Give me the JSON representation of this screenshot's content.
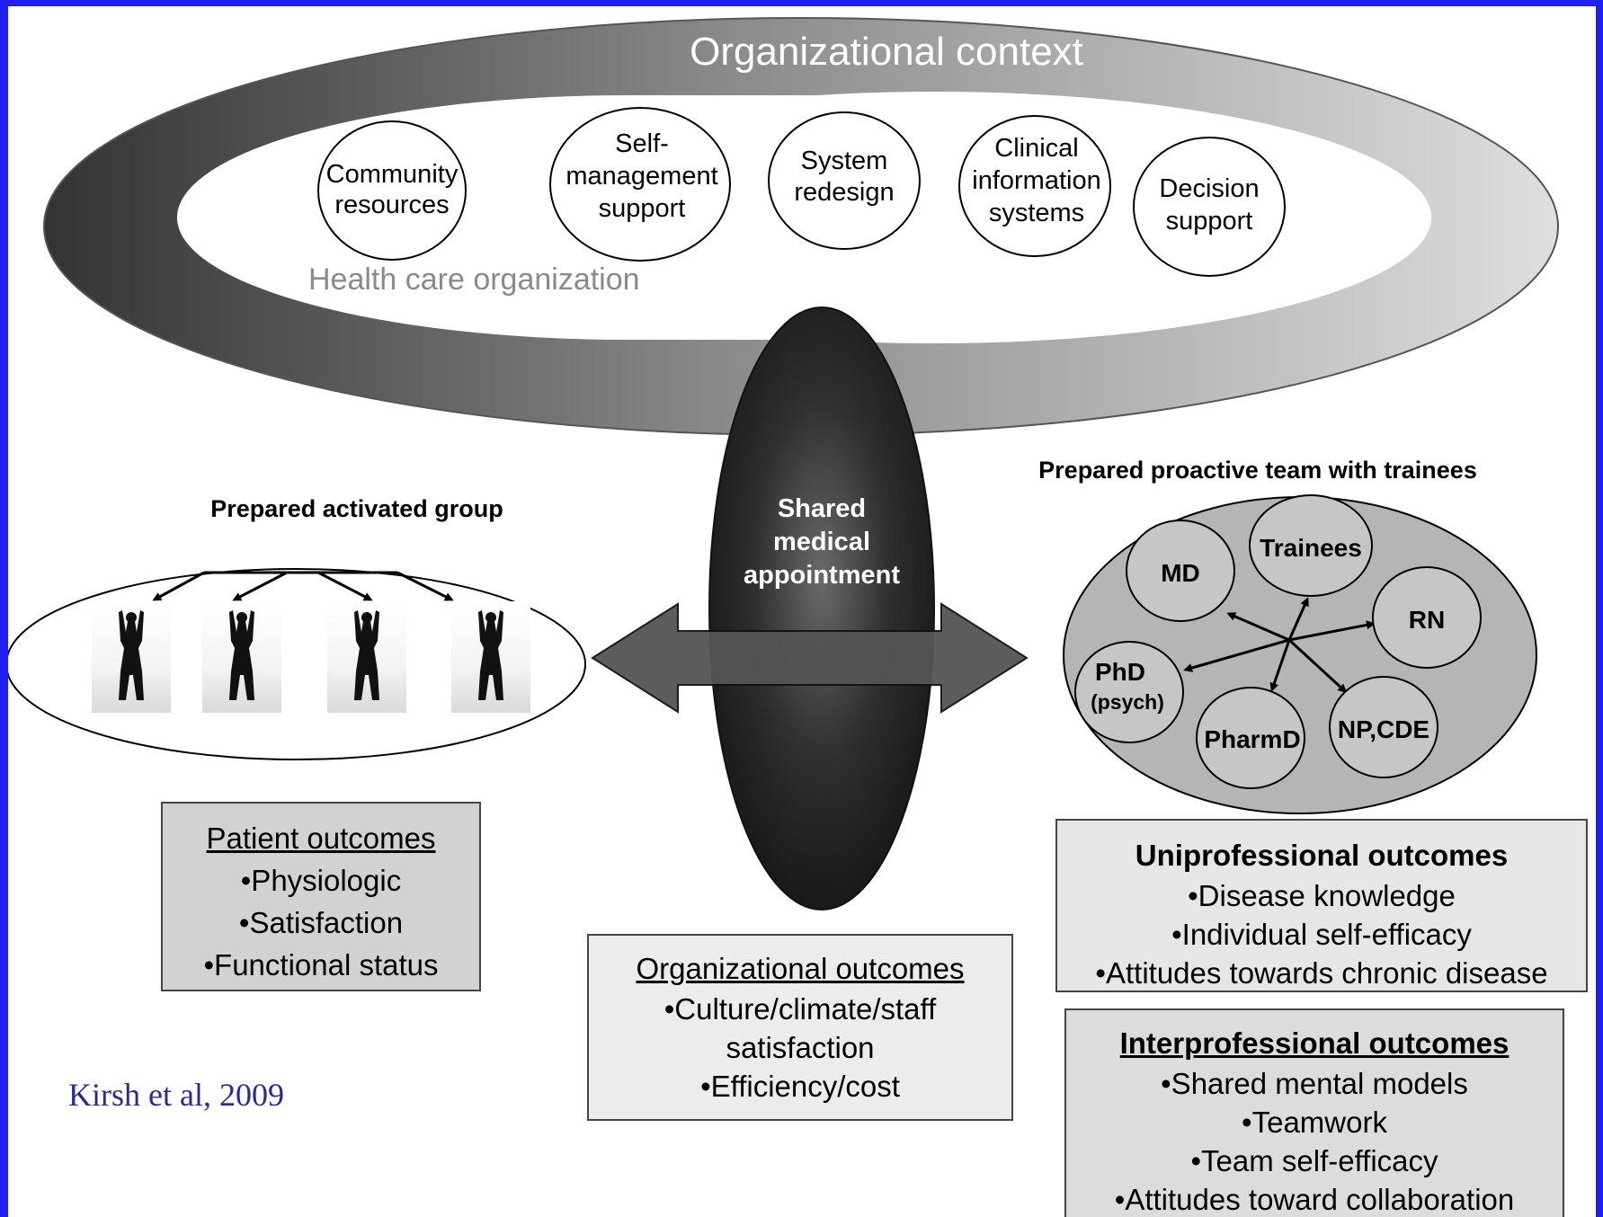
{
  "org_context": {
    "title": "Organizational context",
    "inner_label": "Health care organization",
    "components": [
      {
        "lines": [
          "Community",
          "resources"
        ]
      },
      {
        "lines": [
          "Self-",
          "management",
          "support"
        ]
      },
      {
        "lines": [
          "System",
          "redesign"
        ]
      },
      {
        "lines": [
          "Clinical",
          "information",
          "systems"
        ]
      },
      {
        "lines": [
          "Decision",
          "support"
        ]
      }
    ]
  },
  "center": {
    "lines": [
      "Shared",
      "medical",
      "appointment"
    ]
  },
  "group": {
    "title": "Prepared activated group",
    "figure_icons": [
      "person-arms-raised-icon",
      "person-arms-raised-icon",
      "person-arms-raised-icon",
      "person-arms-raised-icon"
    ]
  },
  "team": {
    "title": "Prepared proactive team with trainees",
    "members": [
      {
        "label": "MD"
      },
      {
        "label": "Trainees"
      },
      {
        "label": "RN"
      },
      {
        "label": "PhD",
        "sub": "(psych)"
      },
      {
        "label": "PharmD"
      },
      {
        "label": "NP,CDE"
      }
    ]
  },
  "patient_outcomes": {
    "title": "Patient outcomes",
    "items": [
      "•Physiologic",
      "•Satisfaction",
      "•Functional status"
    ]
  },
  "organizational_outcomes": {
    "title": "Organizational outcomes",
    "items": [
      "•Culture/climate/staff",
      "satisfaction",
      "•Efficiency/cost"
    ]
  },
  "uniprofessional_outcomes": {
    "title": "Uniprofessional outcomes",
    "items": [
      "•Disease knowledge",
      "•Individual self-efficacy",
      "•Attitudes towards chronic disease"
    ]
  },
  "interprofessional_outcomes": {
    "title": "Interprofessional outcomes",
    "items": [
      "•Shared mental models",
      "•Teamwork",
      "•Team self-efficacy",
      "•Attitudes toward collaboration"
    ]
  },
  "citation": "Kirsh et al, 2009",
  "colors": {
    "frame": "#1f1ff2",
    "ring_dark": "#3a3a3a",
    "ring_light": "#dadada",
    "center_oval": "#2e2e2e",
    "citation": "#2b2b8f"
  }
}
